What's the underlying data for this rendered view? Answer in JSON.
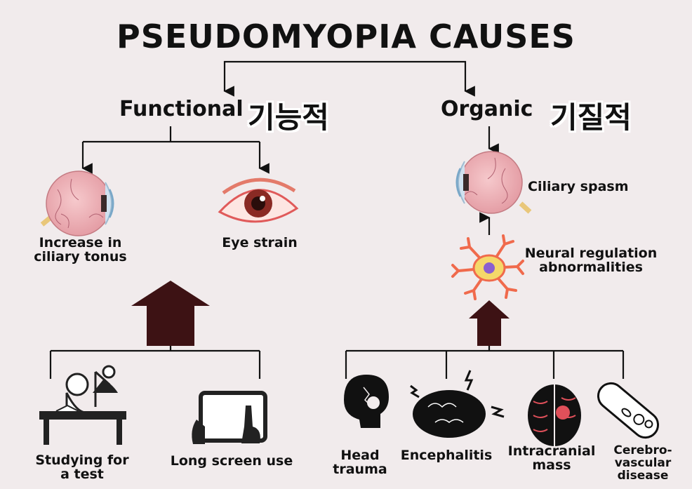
{
  "title": "PSEUDOMYOPIA CAUSES",
  "functional": {
    "label": "Functional",
    "korean": "기능적",
    "causes": [
      {
        "label": "Increase in ciliary tonus"
      },
      {
        "label": "Eye strain"
      }
    ],
    "triggers": [
      {
        "label": "Studying for a test"
      },
      {
        "label": "Long screen use"
      }
    ]
  },
  "organic": {
    "label": "Organic",
    "korean": "기질적",
    "result": "Ciliary spasm",
    "mechanism": "Neural regulation abnormalities",
    "triggers": [
      {
        "label": "Head trauma"
      },
      {
        "label": "Encephalitis"
      },
      {
        "label": "Intracranial mass"
      },
      {
        "label": "Cerebro-vascular disease"
      }
    ]
  },
  "colors": {
    "background": "#f1ebec",
    "arrow_block": "#3d1214",
    "eye_pink": "#e9a6ac",
    "neuron_orange": "#f06a4c"
  },
  "icons": [
    "eye-anatomy-icon",
    "eye-strain-icon",
    "student-desk-icon",
    "tablet-hands-icon",
    "skull-icon",
    "brain-inflamed-icon",
    "brain-mass-icon",
    "blood-vessel-icon",
    "neuron-icon"
  ]
}
